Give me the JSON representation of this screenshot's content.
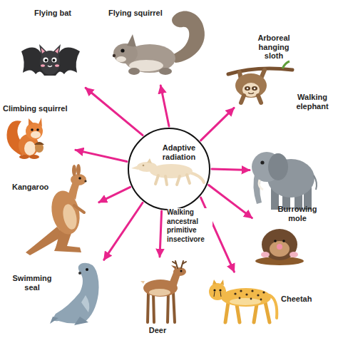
{
  "diagram": {
    "nodes": [
      {
        "text": [
          "Flying bat"
        ]
      },
      {
        "text": [
          "Flying squirrel"
        ]
      },
      {
        "text": [
          "Arboreal hanging sloth"
        ]
      },
      {
        "text": [
          "Walking elephant"
        ]
      },
      {
        "text": [
          "Climbing squirrel"
        ]
      },
      {
        "text": [
          "Adaptive radiation"
        ]
      },
      {
        "text": [
          "Kangaroo"
        ]
      },
      {
        "text": [
          "Burrowing mole"
        ]
      },
      {
        "text": [
          "Swimming seal"
        ]
      },
      {
        "text": [
          "Cheetah"
        ]
      },
      {
        "text": [
          "Deer"
        ]
      }
    ],
    "edges": [
      {
        "from": 5,
        "to": 0,
        "arrow": "to"
      },
      {
        "from": 5,
        "to": 1,
        "arrow": "to"
      },
      {
        "from": 5,
        "to": 2,
        "arrow": "to"
      },
      {
        "from": 5,
        "to": 3,
        "arrow": "to"
      },
      {
        "from": 5,
        "to": 4,
        "arrow": "to"
      },
      {
        "from": 5,
        "to": 6,
        "arrow": "to"
      },
      {
        "from": 5,
        "to": 7,
        "arrow": "to"
      },
      {
        "from": 5,
        "to": 8,
        "arrow": "to"
      },
      {
        "from": 5,
        "to": 9,
        "arrow": "to"
      },
      {
        "from": 5,
        "to": 10,
        "arrow": "to"
      }
    ],
    "labels": [
      "Walking ancestral primitive insectivore"
    ]
  }
}
